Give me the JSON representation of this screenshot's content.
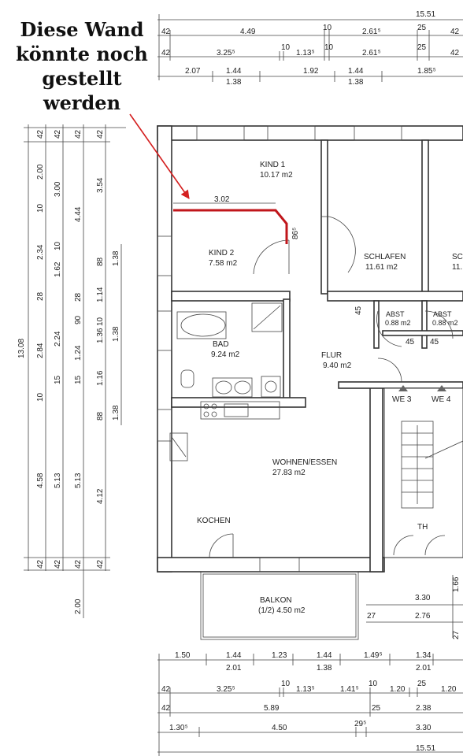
{
  "annotation": {
    "lines": [
      "Diese Wand",
      "könnte noch",
      "gestellt",
      "werden"
    ],
    "arrow_color": "#d42020"
  },
  "highlight_wall": {
    "color": "#c0161b",
    "label": "3.02"
  },
  "rooms": {
    "kind1": {
      "name": "KIND 1",
      "area": "10.17 m2"
    },
    "kind2": {
      "name": "KIND 2",
      "area": "7.58 m2"
    },
    "schlafen": {
      "name": "SCHLAFEN",
      "area": "11.61 m2"
    },
    "schlafen2": {
      "name": "SC",
      "area": "11."
    },
    "bad": {
      "name": "BAD",
      "area": "9.24 m2"
    },
    "flur": {
      "name": "FLUR",
      "area": "9.40 m2"
    },
    "abst1": {
      "name": "ABST",
      "area": "0.88 m2"
    },
    "abst2": {
      "name": "ABST",
      "area": "0.88 m2"
    },
    "we3": "WE 3",
    "we4": "WE 4",
    "wohnen": {
      "name": "WOHNEN/ESSEN",
      "area": "27.83 m2"
    },
    "kochen": {
      "name": "KOCHEN"
    },
    "th": {
      "name": "TH"
    },
    "balkon": {
      "name": "BALKON",
      "area": "(1/2) 4.50 m2"
    }
  },
  "dims_top": {
    "total": "15.51",
    "row1": [
      "42",
      "4.49",
      "10",
      "2.61⁵",
      "25",
      "42"
    ],
    "row2": [
      "42",
      "3.25⁵",
      "10",
      "1.13⁵",
      "10",
      "2.61⁵",
      "25",
      "42"
    ],
    "row3a": [
      "2.07",
      "1.44",
      "1.92",
      "1.44",
      "1.85⁵"
    ],
    "row3b": [
      "1.38",
      "1.38"
    ]
  },
  "dims_left": {
    "total": "13.08",
    "col1": [
      "42",
      "2.00",
      "10",
      "2.34",
      "28",
      "2.84",
      "10",
      "4.58",
      "42"
    ],
    "col2": [
      "42",
      "3.00",
      "1.62",
      "10",
      "2.24",
      "15",
      "5.13",
      "42"
    ],
    "col3": [
      "42",
      "4.44",
      "28",
      "90",
      "1.24",
      "15",
      "5.13",
      "42"
    ],
    "col4": [
      "42",
      "3.54",
      "88",
      "1.14",
      "10",
      "1.36",
      "1.16",
      "88",
      "4.12",
      "42"
    ],
    "col4b": [
      "1.38",
      "1.38",
      "1.38"
    ],
    "balkon": "2.00"
  },
  "dims_inner": {
    "d45a": "45",
    "d45b": "45",
    "d45c": "45",
    "d865": "86⁵",
    "d166": "1.66",
    "d330": "3.30",
    "d276": "2.76",
    "d27a": "27",
    "d27b": "27"
  },
  "dims_bottom": {
    "row1": [
      "1.50",
      "1.44",
      "1.23",
      "1.44",
      "1.49⁵",
      "1.34"
    ],
    "row1b": [
      "2.01",
      "1.38",
      "2.01"
    ],
    "row2": [
      "42",
      "3.25⁵",
      "10",
      "1.13⁵",
      "1.41⁵",
      "10",
      "1.20",
      "25",
      "1.20"
    ],
    "row3": [
      "42",
      "5.89",
      "25",
      "2.38"
    ],
    "row4": [
      "1.30⁵",
      "4.50",
      "29⁵",
      "3.30"
    ],
    "total": "15.51"
  }
}
